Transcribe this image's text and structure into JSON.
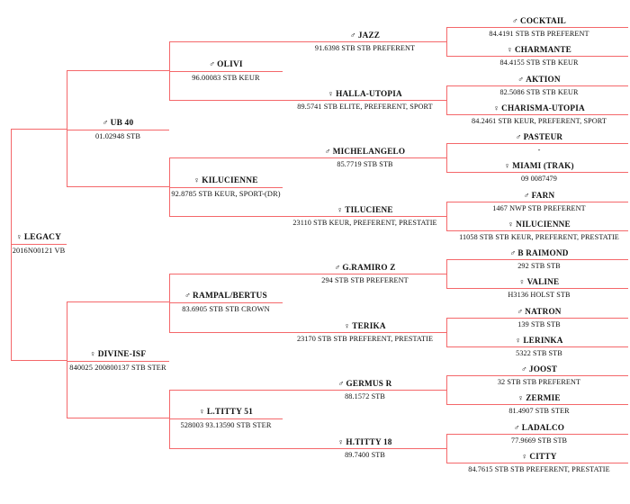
{
  "chart": {
    "type": "pedigree-tree",
    "title": "",
    "orientation": "left-to-right",
    "generations": 5,
    "line_color": "#f4686a",
    "text_color": "#111111",
    "male_symbol": "♂",
    "female_symbol": "♀"
  },
  "nodes": {
    "legacy": {
      "sex": "♀",
      "name": "LEGACY",
      "detail": "2016N00121 VB"
    },
    "ub40": {
      "sex": "♂",
      "name": "UB 40",
      "detail": "01.02948 STB"
    },
    "divine_isf": {
      "sex": "♀",
      "name": "DIVINE-ISF",
      "detail": "840025 200800137 STB STER"
    },
    "olivi": {
      "sex": "♂",
      "name": "OLIVI",
      "detail": "96.00083 STB KEUR"
    },
    "kilucienne": {
      "sex": "♀",
      "name": "KILUCIENNE",
      "detail": "92.8785 STB KEUR, SPORT-(DR)"
    },
    "rampal_bertus": {
      "sex": "♂",
      "name": "RAMPAL/BERTUS",
      "detail": "83.6905 STB STB CROWN"
    },
    "ltitty51": {
      "sex": "♀",
      "name": "L.TITTY 51",
      "detail": "528003 93.13590 STB STER"
    },
    "jazz": {
      "sex": "♂",
      "name": "JAZZ",
      "detail": "91.6398 STB STB PREFERENT"
    },
    "halla_utopia": {
      "sex": "♀",
      "name": "HALLA-UTOPIA",
      "detail": "89.5741 STB ELITE, PREFERENT, SPORT"
    },
    "michelangelo": {
      "sex": "♂",
      "name": "MICHELANGELO",
      "detail": "85.7719 STB STB"
    },
    "tiluciene": {
      "sex": "♀",
      "name": "TILUCIENE",
      "detail": "23110 STB KEUR, PREFERENT, PRESTATIE"
    },
    "gramiro_z": {
      "sex": "♂",
      "name": "G.RAMIRO Z",
      "detail": "294 STB STB PREFERENT"
    },
    "terika": {
      "sex": "♀",
      "name": "TERIKA",
      "detail": "23170 STB STB PREFERENT, PRESTATIE"
    },
    "germus_r": {
      "sex": "♂",
      "name": "GERMUS R",
      "detail": "88.1572 STB"
    },
    "htitty18": {
      "sex": "♀",
      "name": "H.TITTY 18",
      "detail": "89.7400 STB"
    },
    "cocktail": {
      "sex": "♂",
      "name": "COCKTAIL",
      "detail": "84.4191 STB STB PREFERENT"
    },
    "charmante": {
      "sex": "♀",
      "name": "CHARMANTE",
      "detail": "84.4155 STB STB KEUR"
    },
    "aktion": {
      "sex": "♂",
      "name": "AKTION",
      "detail": "82.5086 STB STB KEUR"
    },
    "charisma_utopia": {
      "sex": "♀",
      "name": "CHARISMA-UTOPIA",
      "detail": "84.2461 STB KEUR, PREFERENT, SPORT"
    },
    "pasteur": {
      "sex": "♂",
      "name": "PASTEUR",
      "detail": "-"
    },
    "miami_trak": {
      "sex": "♀",
      "name": "MIAMI (TRAK)",
      "detail": "09 0087479"
    },
    "farn": {
      "sex": "♂",
      "name": "FARN",
      "detail": "1467 NWP STB PREFERENT"
    },
    "nilucienne": {
      "sex": "♀",
      "name": "NILUCIENNE",
      "detail": "11058 STB STB KEUR, PREFERENT, PRESTATIE"
    },
    "b_raimond": {
      "sex": "♂",
      "name": "B RAIMOND",
      "detail": "292 STB STB"
    },
    "valine": {
      "sex": "♀",
      "name": "VALINE",
      "detail": "H3136 HOLST STB"
    },
    "natron": {
      "sex": "♂",
      "name": "NATRON",
      "detail": "139 STB STB"
    },
    "lerinka": {
      "sex": "♀",
      "name": "LERINKA",
      "detail": "5322 STB STB"
    },
    "joost": {
      "sex": "♂",
      "name": "JOOST",
      "detail": "32 STB STB PREFERENT"
    },
    "zermie": {
      "sex": "♀",
      "name": "ZERMIE",
      "detail": "81.4907 STB STER"
    },
    "ladalco": {
      "sex": "♂",
      "name": "LADALCO",
      "detail": "77.9669 STB STB"
    },
    "citty": {
      "sex": "♀",
      "name": "CITTY",
      "detail": "84.7615 STB STB PREFERENT, PRESTATIE"
    }
  }
}
